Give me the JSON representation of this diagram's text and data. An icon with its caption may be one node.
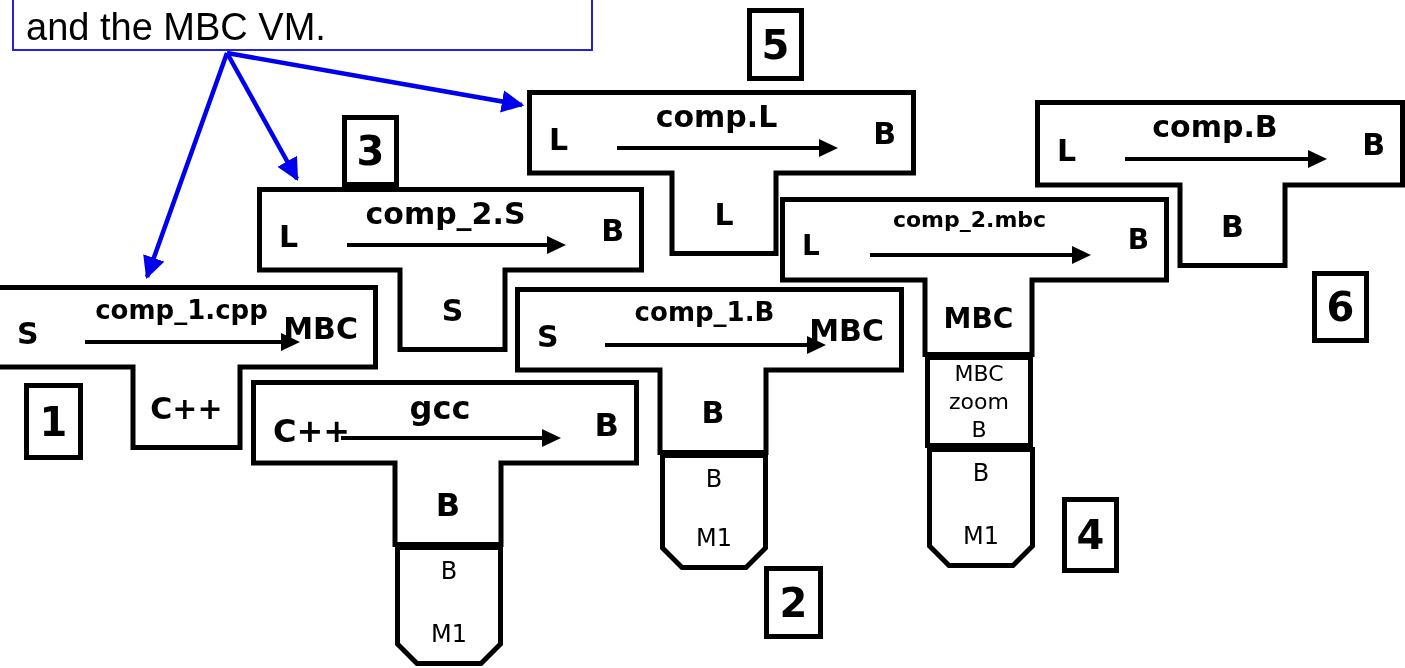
{
  "diagram": {
    "nodes": [
      {
        "text": [
          "and the MBC VM."
        ]
      },
      {
        "text": [
          "5"
        ]
      },
      {
        "text": [
          "L",
          "comp.L",
          "B",
          "L"
        ]
      },
      {
        "text": [
          "L",
          "comp.B",
          "B",
          "B"
        ]
      },
      {
        "text": [
          "3"
        ]
      },
      {
        "text": [
          "L",
          "comp_2.S",
          "B",
          "S"
        ]
      },
      {
        "text": [
          "L",
          "comp_2.mbc",
          "B",
          "MBC"
        ]
      },
      {
        "text": [
          "6"
        ]
      },
      {
        "text": [
          "S",
          "comp_1.cpp",
          "MBC",
          "C++"
        ]
      },
      {
        "text": [
          "S",
          "comp_1.B",
          "MBC",
          "B"
        ]
      },
      {
        "text": [
          "MBC",
          "zoom",
          "B"
        ]
      },
      {
        "text": [
          "1"
        ]
      },
      {
        "text": [
          "C++",
          "gcc",
          "B",
          "B"
        ]
      },
      {
        "text": [
          "B",
          "M1"
        ]
      },
      {
        "text": [
          "B",
          "M1"
        ]
      },
      {
        "text": [
          "4"
        ]
      },
      {
        "text": [
          "B",
          "M1"
        ]
      },
      {
        "text": [
          "2"
        ]
      }
    ],
    "edges": [
      {
        "from": 0,
        "to": 8,
        "arrow": "to"
      },
      {
        "from": 0,
        "to": 5,
        "arrow": "to"
      },
      {
        "from": 0,
        "to": 2,
        "arrow": "to"
      }
    ]
  }
}
